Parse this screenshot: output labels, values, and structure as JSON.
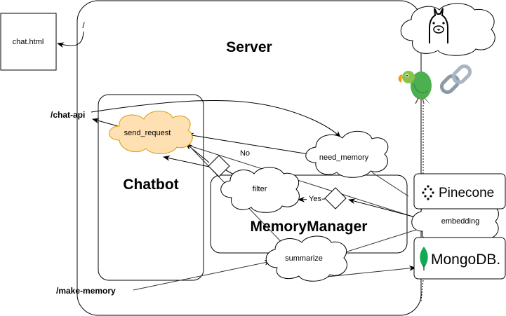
{
  "page": {
    "chat_html_label": "chat.html",
    "root_route": "/",
    "server_title": "Server",
    "chat_api_label": "/chat-api",
    "make_memory_label": "/make-memory",
    "chatbot_title": "Chatbot",
    "memory_manager_title": "MemoryManager"
  },
  "clouds": {
    "send_request": "send_request",
    "need_memory": "need_memory",
    "filter": "filter",
    "summarize": "summarize",
    "embedding": "embedding"
  },
  "edges": {
    "no_label": "No",
    "yes_label": "Yes"
  },
  "logos": {
    "pinecone_text": "Pinecone",
    "mongodb_text": "MongoDB."
  },
  "colors": {
    "stroke": "#000000",
    "line": "#333333",
    "send_request_fill": "#ffe0b3",
    "send_request_stroke": "#d79b00",
    "mongodb_green": "#13aa52",
    "parrot_green": "#4caf50"
  }
}
